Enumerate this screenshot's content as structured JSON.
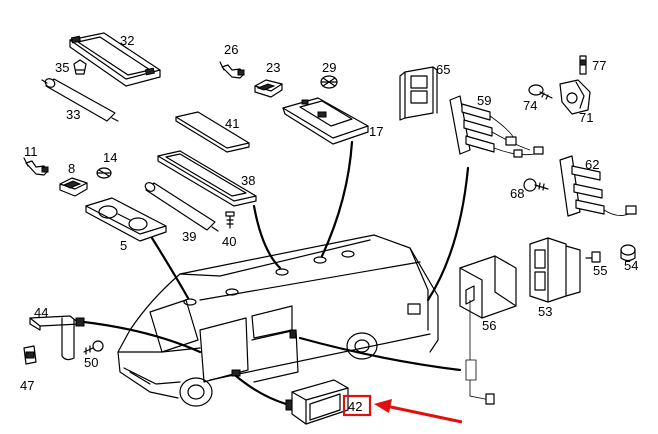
{
  "labels": {
    "p32": "32",
    "p35": "35",
    "p33": "33",
    "p26": "26",
    "p23": "23",
    "p29": "29",
    "p17": "17",
    "p65": "65",
    "p59": "59",
    "p77": "77",
    "p74": "74",
    "p71": "71",
    "p41": "41",
    "p38": "38",
    "p39": "39",
    "p40": "40",
    "p11": "11",
    "p8": "8",
    "p14": "14",
    "p5": "5",
    "p62": "62",
    "p68": "68",
    "p53": "53",
    "p55": "55",
    "p54": "54",
    "p56": "56",
    "p44": "44",
    "p50": "50",
    "p47": "47",
    "p42": "42"
  },
  "highlight": {
    "part": "42",
    "color": "#e01010"
  }
}
